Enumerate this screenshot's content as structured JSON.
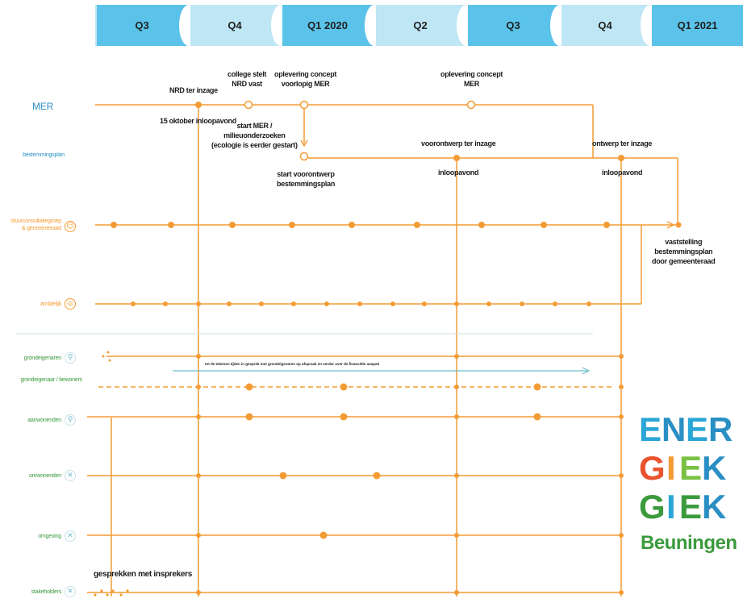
{
  "header": {
    "quarters": [
      "Q3",
      "Q4",
      "Q1 2020",
      "Q2",
      "Q3",
      "Q4",
      "Q1 2021"
    ]
  },
  "rows": {
    "mer": {
      "label": "MER",
      "icon": ""
    },
    "bestemmingsplan": {
      "label": "bestemmingsplan",
      "icon": ""
    },
    "stuurgroep": {
      "label": "stuurconsultatiegroep\n& gemeenteraad",
      "icon": "people-icon"
    },
    "ambtelijk": {
      "label": "ambtelijk",
      "icon": "target-icon"
    },
    "grondeigenaren": {
      "label": "grondeigenaren",
      "icon": "pin-icon"
    },
    "grondeigenaren_bewoners": {
      "label": "grondeigenaar / bewoners",
      "icon": ""
    },
    "aanwonenden": {
      "label": "aanwonenden",
      "icon": "pin-icon"
    },
    "omwonenden": {
      "label": "omwonenden",
      "icon": "cross-icon"
    },
    "omgeving": {
      "label": "omgeving",
      "icon": "cross-icon"
    },
    "stakeholders": {
      "label": "stakeholders",
      "icon": "cross-icon"
    }
  },
  "annotations": {
    "nrd_ter_inzage": "NRD ter inzage",
    "inloopavond_15_okt": "15 oktober inloopavond",
    "college_stelt": "college stelt\nNRD vast",
    "start_mer": "start MER /\nmilieuonderzoeken\n(ecologie is eerder gestart)",
    "oplevering_voorlopig": "oplevering concept\nvoorlopig MER",
    "start_voorontwerp": "start voorontwerp\nbestemmingsplan",
    "oplevering_concept_mer": "oplevering concept\nMER",
    "voorontwerp_inzage": "voorontwerp ter inzage",
    "inloopavond_1": "inloopavond",
    "ontwerp_inzage": "ontwerp ter inzage",
    "inloopavond_2": "inloopavond",
    "vaststelling": "vaststelling\nbestemmingsplan\ndoor gemeenteraad",
    "gesprekken": "gesprekken met insprekers",
    "arrow_note": "tot de tekenen tijden in gesprek met grondeigenaren op afspraak en verder over de financiële aanpak"
  },
  "logo": {
    "letters_top": "ENER",
    "letters_mid": "GIEK",
    "subtitle": "Beuningen"
  },
  "colors": {
    "orange": "#f39c34",
    "header_blue": "#5bc3ea",
    "header_light": "#bfe6f4",
    "mer_blue": "#2a8fc4",
    "green": "#3a9a3c",
    "teal_arrow": "#6bbcc8"
  }
}
